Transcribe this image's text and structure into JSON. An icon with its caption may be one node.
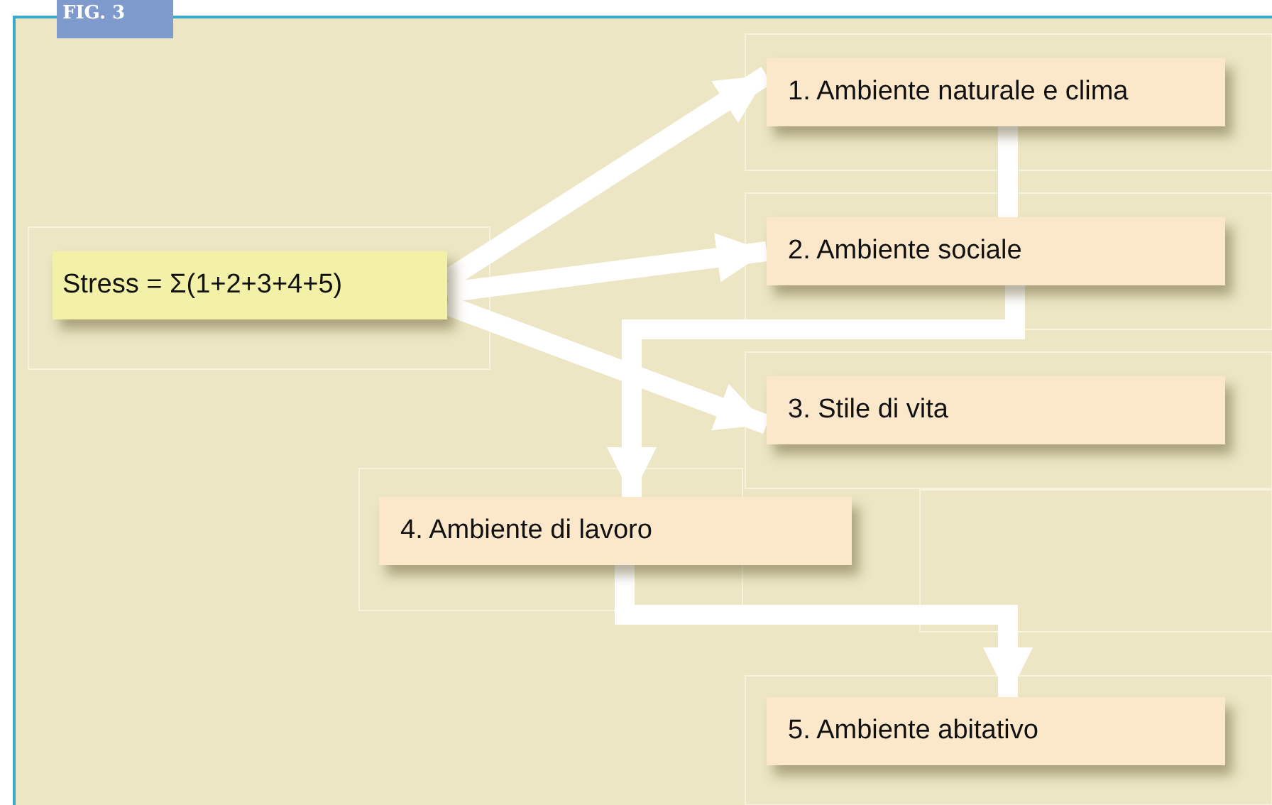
{
  "diagram": {
    "nodes": [
      {
        "text": [
          "Stress = Σ(1+2+3+4+5)"
        ]
      },
      {
        "text": [
          "1. Ambiente naturale e clima"
        ]
      },
      {
        "text": [
          "2. Ambiente sociale"
        ]
      },
      {
        "text": [
          "3. Stile di vita"
        ]
      },
      {
        "text": [
          "4. Ambiente di lavoro"
        ]
      },
      {
        "text": [
          "5. Ambiente abitativo"
        ]
      }
    ],
    "edges": [
      {
        "from": 0,
        "to": 1,
        "arrow": "to"
      },
      {
        "from": 0,
        "to": 2,
        "arrow": "to"
      },
      {
        "from": 0,
        "to": 3,
        "arrow": "to"
      },
      {
        "from": 1,
        "to": 2,
        "arrow": "none"
      },
      {
        "from": 2,
        "to": 4,
        "arrow": "to"
      },
      {
        "from": 4,
        "to": 5,
        "arrow": "to"
      }
    ],
    "labels": [
      "FIG. 3"
    ]
  }
}
